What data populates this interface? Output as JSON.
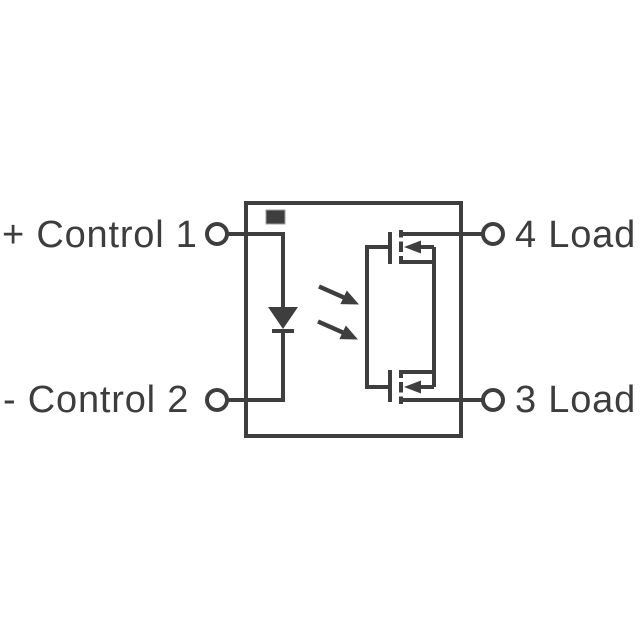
{
  "schematic": {
    "kind": "optocoupler-relay-circuit-diagram",
    "labels": {
      "control1": "+ Control 1",
      "control2": "- Control 2",
      "load4": "4 Load",
      "load3": "3 Load"
    },
    "colors": {
      "background": "#ffffff",
      "stroke": "#3e3e3e",
      "text": "#3d3d3d",
      "pin1_marker_border": "#9e9e9e"
    },
    "icons": {
      "pin1-marker-icon": "filled-square",
      "led-icon": "diode-triangle-pointing-down-with-cathode-bar",
      "light-arrows-icon": "two-diagonal-arrows-pointing-down-right",
      "mosfet-top-icon": "n-channel-mosfet-gate-left-drain-top",
      "mosfet-bottom-icon": "n-channel-mosfet-gate-left-drain-bottom",
      "terminal-icon": "open-circle-terminal"
    },
    "terminal_count": 4
  }
}
